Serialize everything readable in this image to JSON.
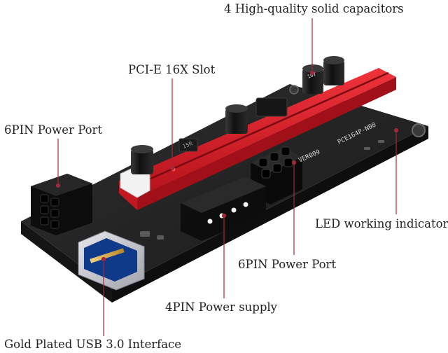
{
  "labels": {
    "capacitors": "4 High-quality solid capacitors",
    "pcie_slot": "PCI-E 16X Slot",
    "power_port_left": "6PIN Power Port",
    "led": "LED working indicator",
    "power_port_center": "6PIN Power Port",
    "molex": "4PIN Power supply",
    "usb": "Gold Plated USB 3.0 Interface"
  },
  "board_text": {
    "model": "PCE164P-N08",
    "version": "VER009",
    "capacitor_mark": "16V",
    "chip_mark": "15R"
  },
  "colors": {
    "background": "#ffffff",
    "board": "#232323",
    "slot": "#d8202a",
    "leader_line": "#a0283a",
    "label_text": "#222222"
  }
}
